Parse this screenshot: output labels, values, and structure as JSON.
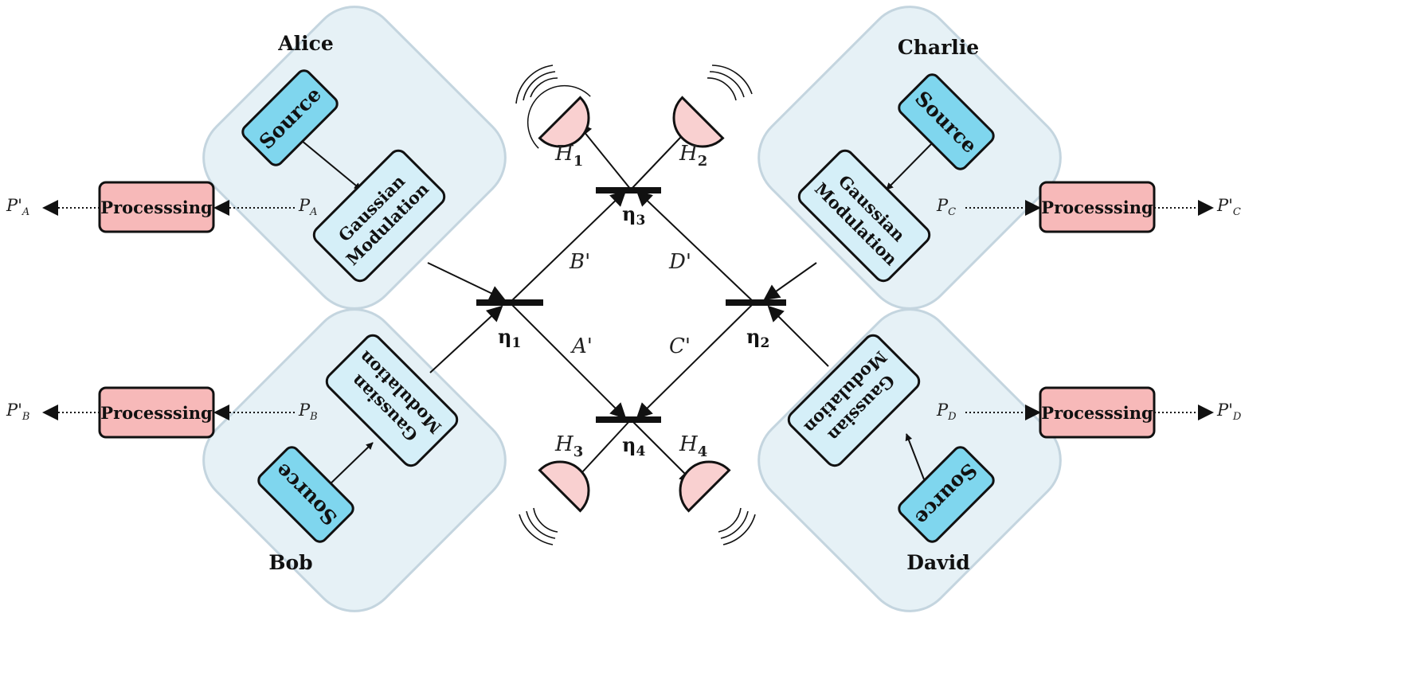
{
  "parties": {
    "alice": {
      "name": "Alice",
      "source": "Source",
      "modulation": [
        "Gaussian",
        "Modulation"
      ]
    },
    "bob": {
      "name": "Bob",
      "source": "Source",
      "modulation": [
        "Gaussian",
        "Modulation"
      ]
    },
    "charlie": {
      "name": "Charlie",
      "source": "Source",
      "modulation": [
        "Gaussian",
        "Modulation"
      ]
    },
    "david": {
      "name": "David",
      "source": "Source",
      "modulation": [
        "Gaussian",
        "Modulation"
      ]
    }
  },
  "processing": {
    "label": "Processsing",
    "a": {
      "in_main": "P",
      "in_sub": "A",
      "out_main": "P'",
      "out_sub": "A"
    },
    "b": {
      "in_main": "P",
      "in_sub": "B",
      "out_main": "P'",
      "out_sub": "B"
    },
    "c": {
      "in_main": "P",
      "in_sub": "C",
      "out_main": "P'",
      "out_sub": "C"
    },
    "d": {
      "in_main": "P",
      "in_sub": "D",
      "out_main": "P'",
      "out_sub": "D"
    }
  },
  "beam_splitters": {
    "bs1": {
      "main": "η",
      "sub": "1"
    },
    "bs2": {
      "main": "η",
      "sub": "2"
    },
    "bs3": {
      "main": "η",
      "sub": "3"
    },
    "bs4": {
      "main": "η",
      "sub": "4"
    }
  },
  "modes": {
    "a": "A'",
    "b": "B'",
    "c": "C'",
    "d": "D'"
  },
  "detectors": {
    "h1": {
      "main": "H",
      "sub": "1"
    },
    "h2": {
      "main": "H",
      "sub": "2"
    },
    "h3": {
      "main": "H",
      "sub": "3"
    },
    "h4": {
      "main": "H",
      "sub": "4"
    }
  },
  "colors": {
    "party_region": "#e6f1f6",
    "party_border": "#c4d5df",
    "source_fill": "#7fd6ee",
    "modulation_fill": "#d5eff8",
    "processing_fill": "#f7b9b9",
    "detector_fill": "#f9d0d0",
    "stroke": "#111111"
  }
}
